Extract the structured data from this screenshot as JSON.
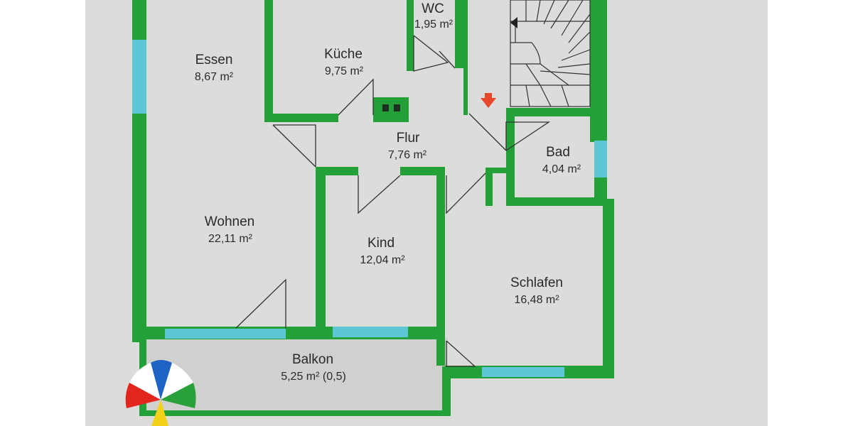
{
  "floorplan": {
    "rooms": [
      {
        "id": "wc",
        "name": "WC",
        "area": "1,95 m²"
      },
      {
        "id": "essen",
        "name": "Essen",
        "area": "8,67 m²"
      },
      {
        "id": "kueche",
        "name": "Küche",
        "area": "9,75 m²"
      },
      {
        "id": "flur",
        "name": "Flur",
        "area": "7,76 m²"
      },
      {
        "id": "bad",
        "name": "Bad",
        "area": "4,04 m²"
      },
      {
        "id": "wohnen",
        "name": "Wohnen",
        "area": "22,11 m²"
      },
      {
        "id": "kind",
        "name": "Kind",
        "area": "12,04 m²"
      },
      {
        "id": "schlafen",
        "name": "Schlafen",
        "area": "16,48 m²"
      },
      {
        "id": "balkon",
        "name": "Balkon",
        "area": "5,25 m² (0,5)"
      }
    ],
    "colors": {
      "wall": "#23a138",
      "window": "#5fc6d6",
      "floor": "#dcdcdb",
      "balcony_floor": "#d0d0cf",
      "door_line": "#333333",
      "arrow": "#e8472b"
    }
  }
}
